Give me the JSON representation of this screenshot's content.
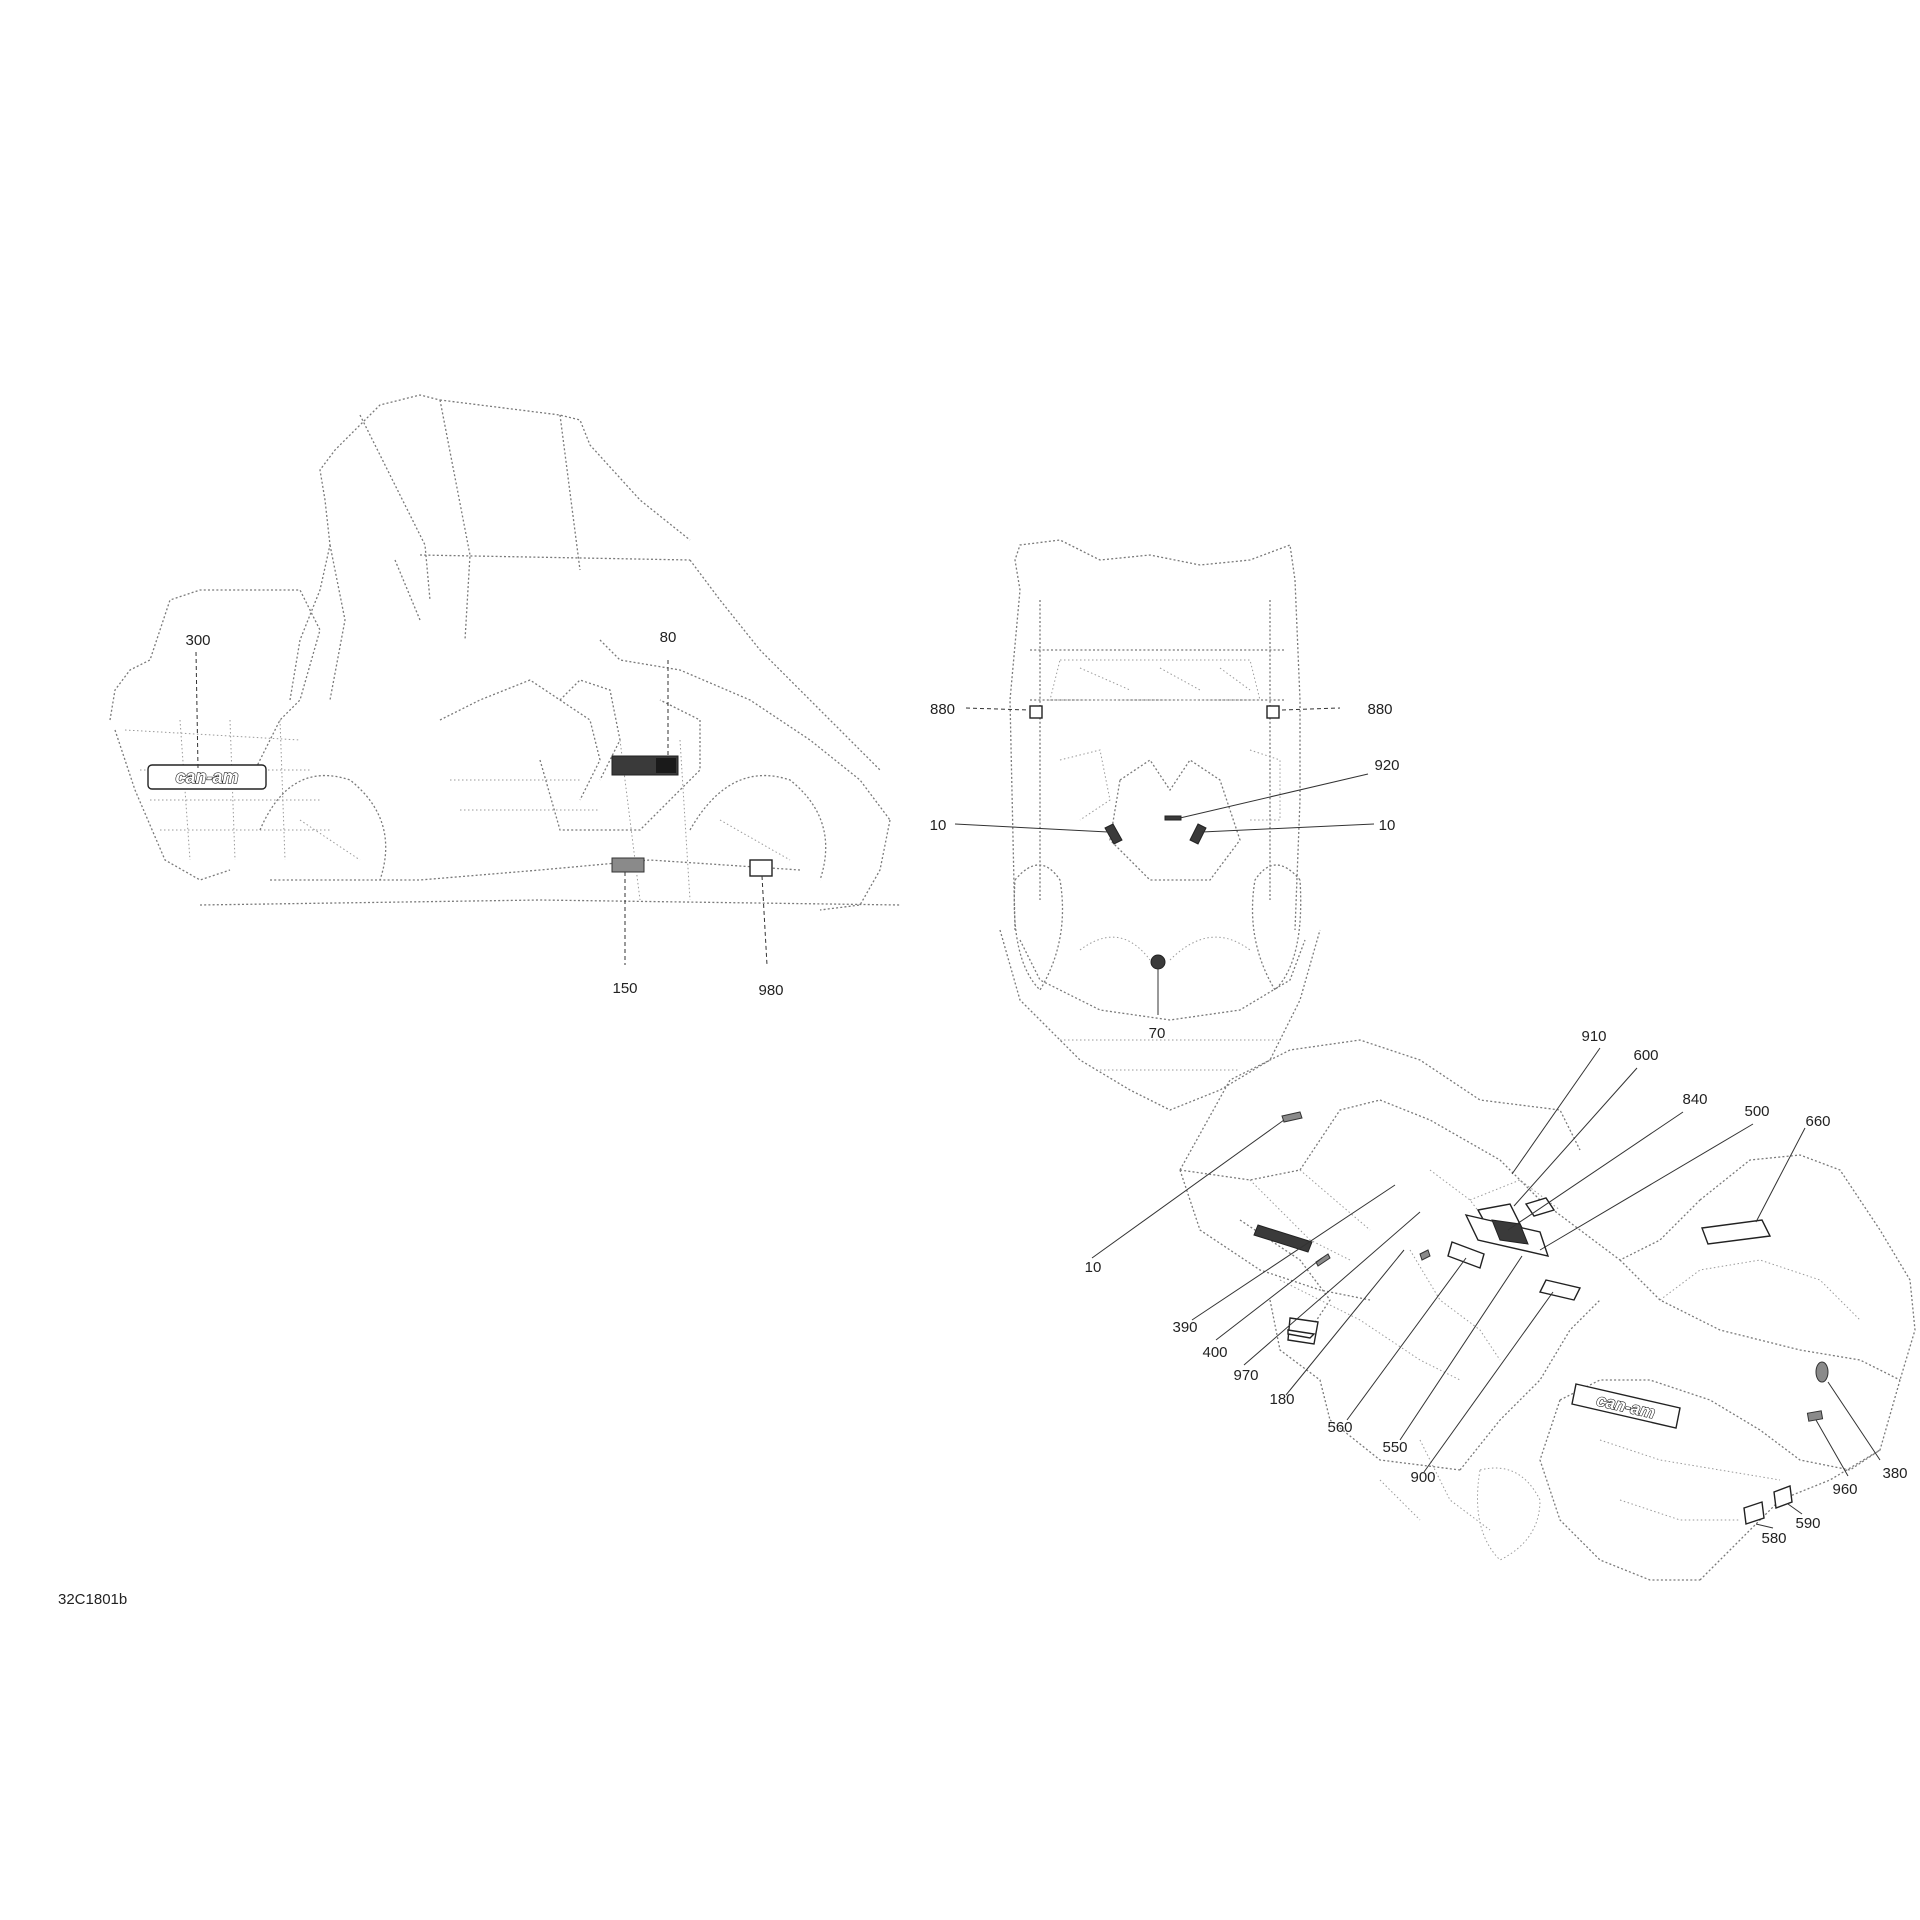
{
  "figure_code": "32C1801b",
  "views": {
    "side": {
      "callouts": [
        "300",
        "80",
        "150",
        "980"
      ]
    },
    "front": {
      "callouts": [
        "880",
        "880",
        "920",
        "10",
        "10",
        "70"
      ]
    },
    "iso": {
      "callouts": [
        "910",
        "600",
        "840",
        "500",
        "660",
        "10",
        "390",
        "400",
        "970",
        "180",
        "560",
        "550",
        "900",
        "380",
        "960",
        "590",
        "580"
      ]
    }
  },
  "colors": {
    "line": "#7a7a7a",
    "decal": "#3a3a3a",
    "text": "#222222",
    "background": "#ffffff"
  }
}
